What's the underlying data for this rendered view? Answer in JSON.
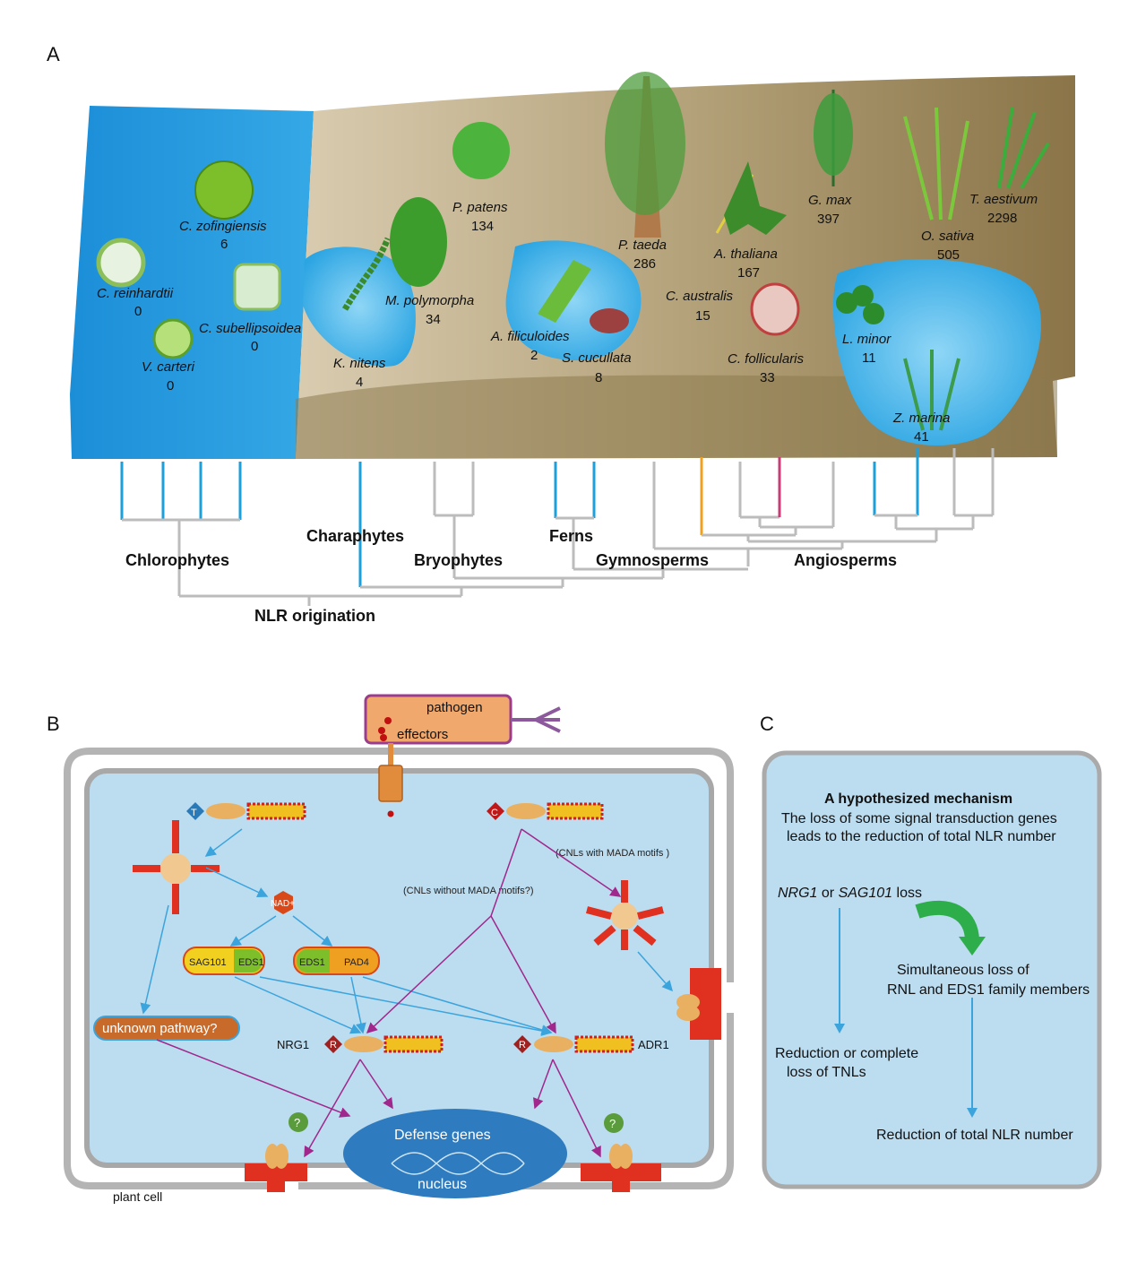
{
  "panels": {
    "a": "A",
    "b": "B",
    "c": "C"
  },
  "panel_a": {
    "species": [
      {
        "name": "C. zofingiensis",
        "count": "6"
      },
      {
        "name": "C. reinhardtii",
        "count": "0"
      },
      {
        "name": "C. subellipsoidea",
        "count": "0"
      },
      {
        "name": "V. carteri",
        "count": "0"
      },
      {
        "name": "K. nitens",
        "count": "4"
      },
      {
        "name": "M. polymorpha",
        "count": "34"
      },
      {
        "name": "P. patens",
        "count": "134"
      },
      {
        "name": "A. filiculoides",
        "count": "2"
      },
      {
        "name": "S. cucullata",
        "count": "8"
      },
      {
        "name": "P. taeda",
        "count": "286"
      },
      {
        "name": "A. thaliana",
        "count": "167"
      },
      {
        "name": "C. australis",
        "count": "15"
      },
      {
        "name": "C. follicularis",
        "count": "33"
      },
      {
        "name": "G. max",
        "count": "397"
      },
      {
        "name": "O. sativa",
        "count": "505"
      },
      {
        "name": "T. aestivum",
        "count": "2298"
      },
      {
        "name": "L. minor",
        "count": "11"
      },
      {
        "name": "Z. marina",
        "count": "41"
      }
    ],
    "clades": {
      "chlorophytes": "Chlorophytes",
      "charaphytes": "Charaphytes",
      "bryophytes": "Bryophytes",
      "ferns": "Ferns",
      "gymnosperms": "Gymnosperms",
      "angiosperms": "Angiosperms",
      "origin": "NLR origination"
    },
    "colors": {
      "water": "#2a9fdc",
      "soil": "#a08e62",
      "tree_gray": "#bcbcbc",
      "blue_branch": "#1ba0dc",
      "orange_branch": "#f0a020",
      "magenta_branch": "#c83c78"
    }
  },
  "panel_b": {
    "pathogen": "pathogen",
    "effectors": "effectors",
    "tir": "T",
    "cc": "C",
    "nad": "NAD+",
    "sag101": "SAG101",
    "eds1_a": "EDS1",
    "eds1_b": "EDS1",
    "pad4": "PAD4",
    "cnl_mada": "(CNLs with MADA motifs )",
    "cnl_no_mada": "(CNLs without MADA motifs?)",
    "unknown": "unknown pathway?",
    "nrg1": "NRG1",
    "adr1": "ADR1",
    "r_label": "R",
    "q": "?",
    "defense": "Defense genes",
    "nucleus": "nucleus",
    "plant_cell": "plant cell",
    "colors": {
      "cell": "#bcdcf0",
      "wall": "#b4b4b4",
      "nucleus": "#2e7bbf",
      "pathogen": "#f0a86c",
      "arrow_blue": "#3ba4dc",
      "arrow_purple": "#a0288c",
      "red": "#d81e1e"
    }
  },
  "panel_c": {
    "title": "A hypothesized mechanism",
    "line1": "The loss of some signal transduction genes",
    "line2": "leads to the reduction of total NLR number",
    "nrg1": "NRG1",
    "or": " or ",
    "sag101": "SAG101",
    "loss": " loss",
    "simul1": "Simultaneous loss of",
    "simul2": "RNL and EDS1 family members",
    "red1": "Reduction or complete",
    "red2": "loss of TNLs",
    "total": "Reduction of total NLR number"
  }
}
